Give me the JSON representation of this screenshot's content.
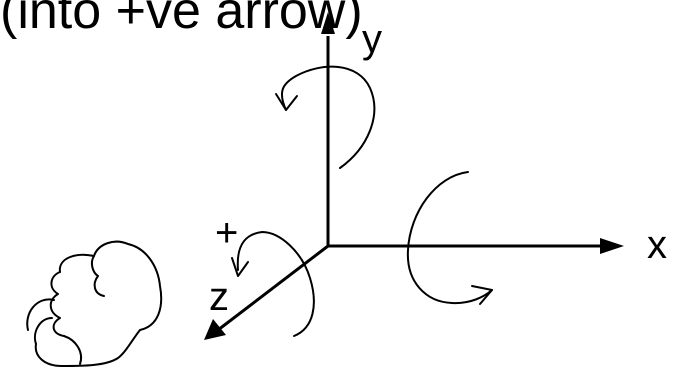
{
  "title_fragment": "(into +ve arrow)",
  "axes": {
    "x_label": "x",
    "y_label": "y",
    "z_label": "z"
  },
  "plus_sign": "+",
  "colors": {
    "ink": "#000000",
    "background": "#ffffff"
  },
  "icons": {
    "hand": "right-hand-thumb-icon"
  }
}
